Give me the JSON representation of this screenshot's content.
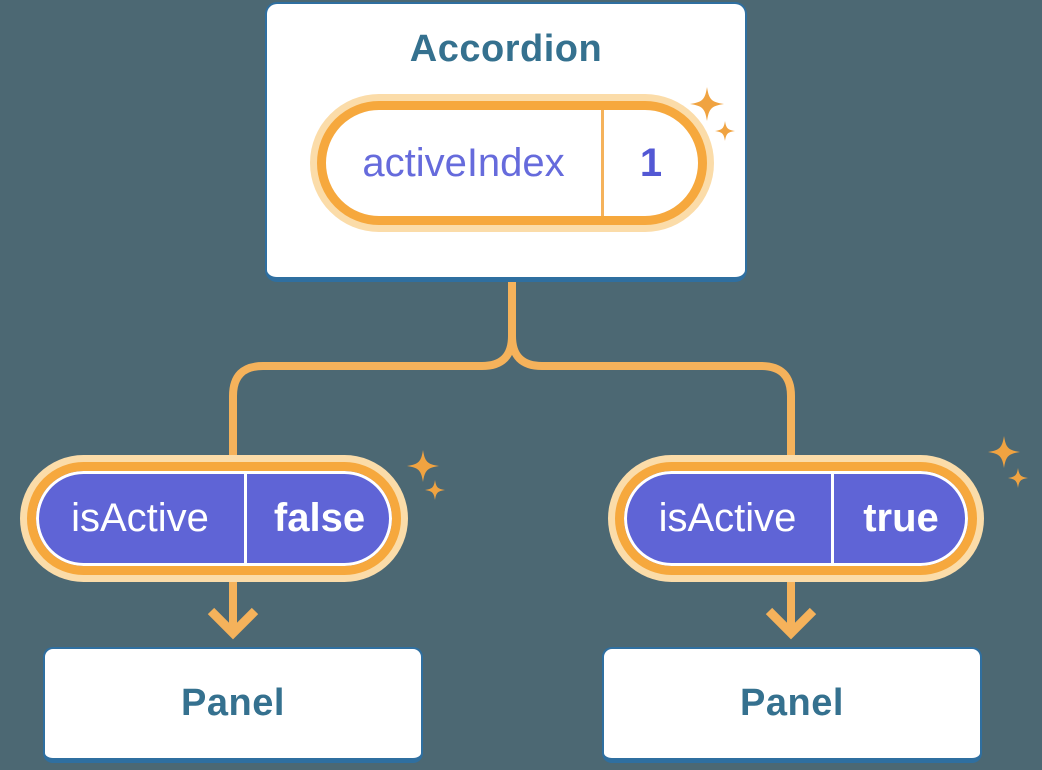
{
  "colors": {
    "bg": "#4C6873",
    "wire": "#F5B25B",
    "ring": "#F6A83D",
    "glow": "#FBDCA9",
    "purple": "#5F64D6",
    "box-border": "#2F6FA0",
    "box-text": "#35718F",
    "state-name": "#666BDC",
    "state-value": "#5358D4",
    "sparkle": "#F0A341",
    "white": "#FFFFFF"
  },
  "diagram": {
    "accordion": {
      "title": "Accordion",
      "state": {
        "name": "activeIndex",
        "value": "1"
      }
    },
    "left_child": {
      "prop": {
        "name": "isActive",
        "value": "false"
      }
    },
    "right_child": {
      "prop": {
        "name": "isActive",
        "value": "true"
      }
    },
    "left_panel": {
      "title": "Panel"
    },
    "right_panel": {
      "title": "Panel"
    }
  }
}
